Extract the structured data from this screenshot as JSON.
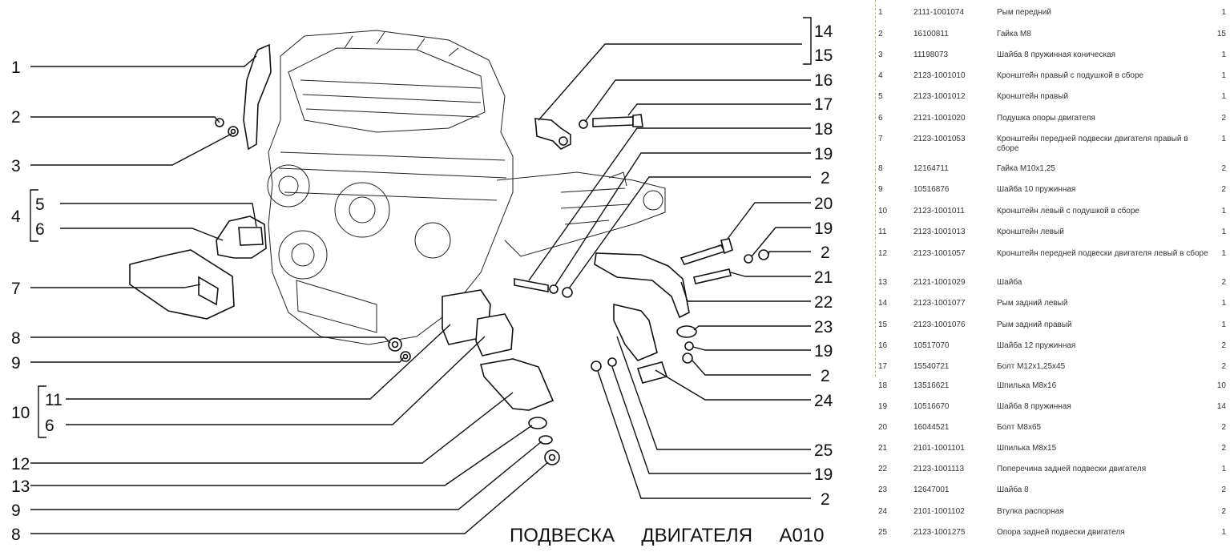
{
  "callouts": {
    "left": [
      "1",
      "2",
      "3",
      "4",
      "5",
      "6",
      "7",
      "8",
      "9",
      "10",
      "11",
      "6",
      "12",
      "13",
      "9",
      "8"
    ],
    "right": [
      "14",
      "15",
      "16",
      "17",
      "18",
      "19",
      "2",
      "20",
      "19",
      "2",
      "21",
      "22",
      "23",
      "19",
      "2",
      "24",
      "25",
      "19",
      "2"
    ]
  },
  "title": "ПОДВЕСКА     ДВИГАТЕЛЯ     А010",
  "parts": [
    {
      "num": "1",
      "code": "2111-1001074",
      "name": "Рым передний",
      "qty": "1"
    },
    {
      "num": "2",
      "code": "16100811",
      "name": "Гайка М8",
      "qty": "15"
    },
    {
      "num": "3",
      "code": "11198073",
      "name": "Шайба 8 пружинная коническая",
      "qty": "1"
    },
    {
      "num": "4",
      "code": "2123-1001010",
      "name": "Кронштейн правый с подушкой в сборе",
      "qty": "1"
    },
    {
      "num": "5",
      "code": "2123-1001012",
      "name": "Кронштейн правый",
      "qty": "1"
    },
    {
      "num": "6",
      "code": "2121-1001020",
      "name": "Подушка опоры двигателя",
      "qty": "2"
    },
    {
      "num": "7",
      "code": "2123-1001053",
      "name": "Кронштейн передней подвески двигателя правый в сборе",
      "qty": "1"
    },
    {
      "num": "8",
      "code": "12164711",
      "name": "Гайка М10х1,25",
      "qty": "2"
    },
    {
      "num": "9",
      "code": "10516876",
      "name": "Шайба 10 пружинная",
      "qty": "2"
    },
    {
      "num": "10",
      "code": "2123-1001011",
      "name": "Кронштейн левый с подушкой в сборе",
      "qty": "1"
    },
    {
      "num": "11",
      "code": "2123-1001013",
      "name": "Кронштейн левый",
      "qty": "1"
    },
    {
      "num": "12",
      "code": "2123-1001057",
      "name": "Кронштейн передней подвески двигателя левый в сборе",
      "qty": "1"
    },
    {
      "num": "13",
      "code": "2121-1001029",
      "name": "Шайба",
      "qty": "2"
    },
    {
      "num": "14",
      "code": "2123-1001077",
      "name": "Рым задний левый",
      "qty": "1"
    },
    {
      "num": "15",
      "code": "2123-1001076",
      "name": "Рым задний правый",
      "qty": "1"
    },
    {
      "num": "16",
      "code": "10517070",
      "name": "Шайба 12 пружинная",
      "qty": "2"
    },
    {
      "num": "17",
      "code": "15540721",
      "name": "Болт М12х1,25х45",
      "qty": "2"
    },
    {
      "num": "18",
      "code": "13516621",
      "name": "Шпилька М8х16",
      "qty": "10"
    },
    {
      "num": "19",
      "code": "10516670",
      "name": "Шайба 8 пружинная",
      "qty": "14"
    },
    {
      "num": "20",
      "code": "16044521",
      "name": "Болт М8х65",
      "qty": "2"
    },
    {
      "num": "21",
      "code": "2101-1001101",
      "name": "Шпилька М8х15",
      "qty": "2"
    },
    {
      "num": "22",
      "code": "2123-1001113",
      "name": "Поперечина задней подвески двигателя",
      "qty": "1"
    },
    {
      "num": "23",
      "code": "12647001",
      "name": "Шайба 8",
      "qty": "2"
    },
    {
      "num": "24",
      "code": "2101-1001102",
      "name": "Втулка распорная",
      "qty": "2"
    },
    {
      "num": "25",
      "code": "2123-1001275",
      "name": "Опора задней подвески двигателя",
      "qty": "1"
    }
  ]
}
